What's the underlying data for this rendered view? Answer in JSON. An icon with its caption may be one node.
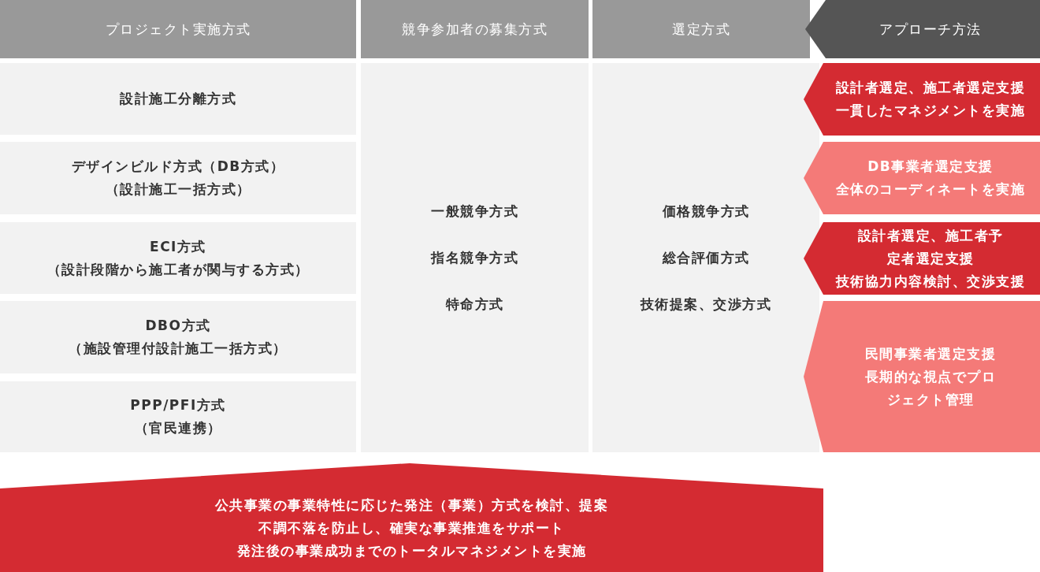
{
  "diagram": {
    "nodes": [
      {
        "text": [
          "プロジェクト実施方式"
        ]
      },
      {
        "text": [
          "競争参加者の募集方式"
        ]
      },
      {
        "text": [
          "選定方式"
        ]
      },
      {
        "text": [
          "アプローチ方法"
        ]
      },
      {
        "text": [
          "設計施工分離方式"
        ]
      },
      {
        "text": [
          "一般競争方式",
          "指名競争方式",
          "特命方式"
        ]
      },
      {
        "text": [
          "価格競争方式",
          "総合評価方式",
          "技術提案、交渉方式"
        ]
      },
      {
        "text": [
          "設計者選定、施工者選定支援",
          "一貫したマネジメントを実施"
        ]
      },
      {
        "text": [
          "デザインビルド方式（DB方式）",
          "（設計施工一括方式）"
        ]
      },
      {
        "text": [
          "DB事業者選定支援",
          "全体のコーディネートを実施"
        ]
      },
      {
        "text": [
          "ECI方式",
          "（設計段階から施工者が関与する方式）"
        ]
      },
      {
        "text": [
          "設計者選定、施工者予定者選定支援",
          "技術協力内容検討、交渉支援"
        ]
      },
      {
        "text": [
          "DBO方式",
          "（施設管理付設計施工一括方式）"
        ]
      },
      {
        "text": [
          "民間事業者選定支援",
          "長期的な視点でプロジェクト管理"
        ]
      },
      {
        "text": [
          "PPP/PFI方式",
          "（官民連携）"
        ]
      },
      {
        "text": [
          "公共事業の事業特性に応じた発注（事業）方式を検討、提案",
          "不調不落を防止し、確実な事業推進をサポート",
          "発注後の事業成功までのトータルマネジメントを実施"
        ]
      }
    ]
  }
}
